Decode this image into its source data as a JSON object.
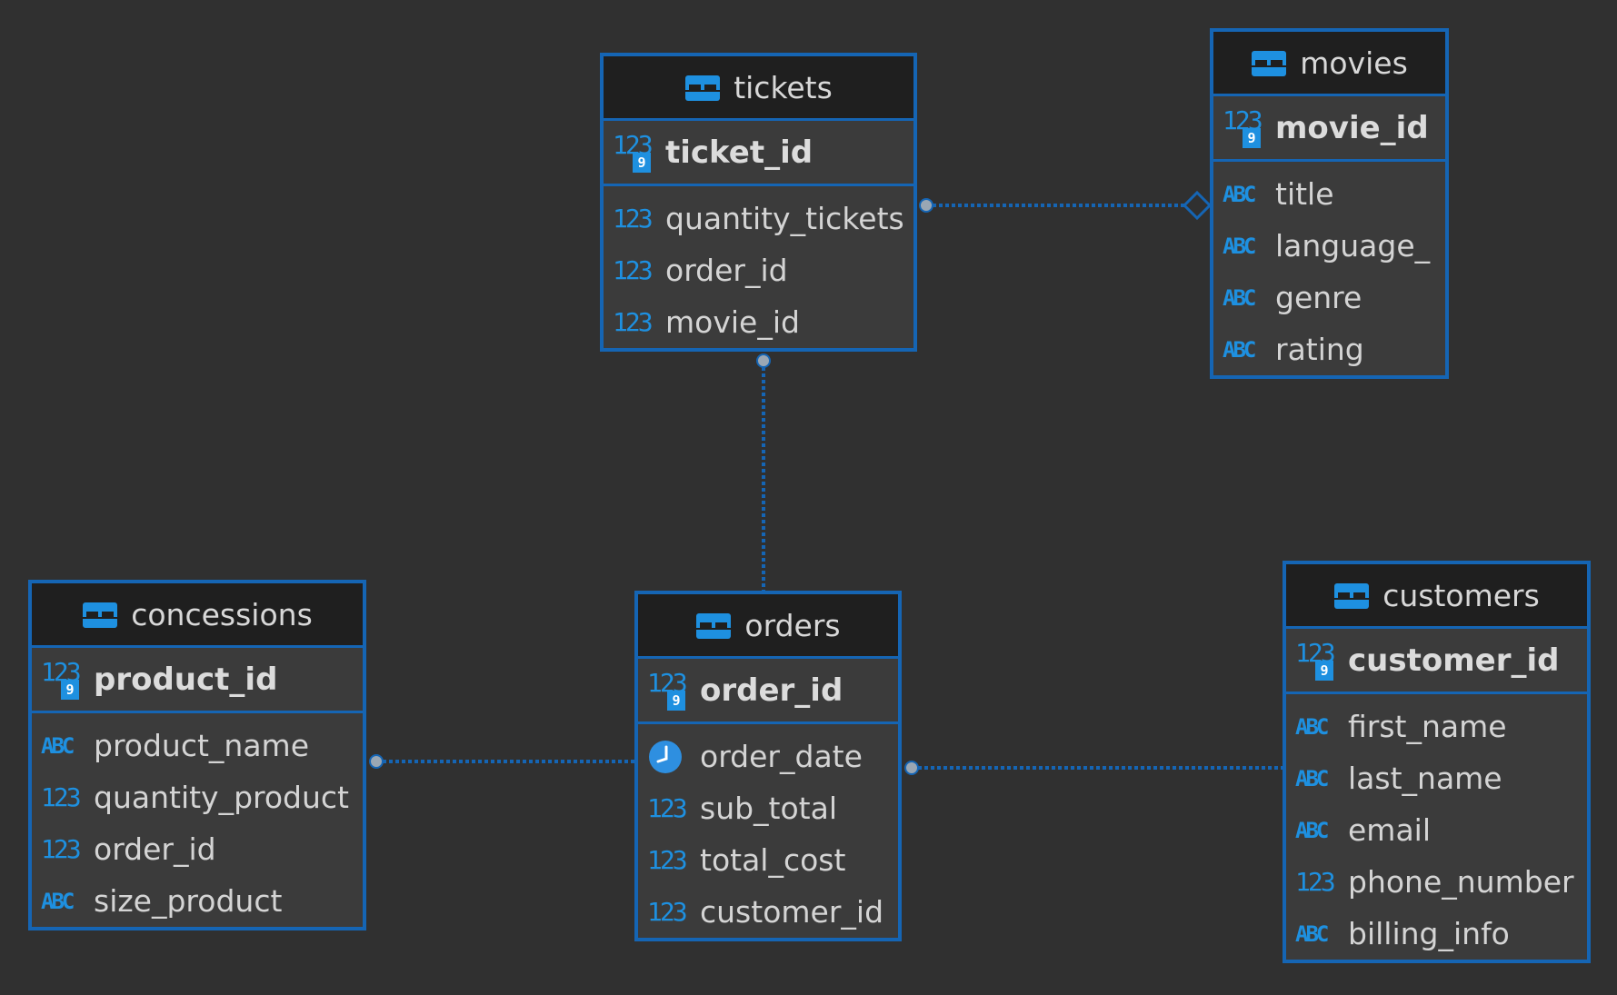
{
  "icon_names": {
    "table": "table-grid-icon",
    "numeric": "numeric-type-icon",
    "text": "text-type-icon",
    "datetime": "clock-icon",
    "primary_key": "key-icon"
  },
  "type_glyphs": {
    "numeric": "123",
    "text": "ABC",
    "key_letter": "9"
  },
  "colors": {
    "background": "#303030",
    "border": "#1565b4",
    "accent": "#1e90e0",
    "header_bg": "#1f1f1f",
    "body_bg": "#3b3b3b",
    "text": "#d8d8d8"
  },
  "tables": {
    "tickets": {
      "name": "tickets",
      "pk": "ticket_id",
      "columns": [
        {
          "name": "quantity_tickets",
          "type": "numeric"
        },
        {
          "name": "order_id",
          "type": "numeric"
        },
        {
          "name": "movie_id",
          "type": "numeric"
        }
      ]
    },
    "movies": {
      "name": "movies",
      "pk": "movie_id",
      "columns": [
        {
          "name": "title",
          "type": "text"
        },
        {
          "name": "language_",
          "type": "text"
        },
        {
          "name": "genre",
          "type": "text"
        },
        {
          "name": "rating",
          "type": "text"
        }
      ]
    },
    "concessions": {
      "name": "concessions",
      "pk": "product_id",
      "columns": [
        {
          "name": "product_name",
          "type": "text"
        },
        {
          "name": "quantity_product",
          "type": "numeric"
        },
        {
          "name": "order_id",
          "type": "numeric"
        },
        {
          "name": "size_product",
          "type": "text"
        }
      ]
    },
    "orders": {
      "name": "orders",
      "pk": "order_id",
      "columns": [
        {
          "name": "order_date",
          "type": "datetime"
        },
        {
          "name": "sub_total",
          "type": "numeric"
        },
        {
          "name": "total_cost",
          "type": "numeric"
        },
        {
          "name": "customer_id",
          "type": "numeric"
        }
      ]
    },
    "customers": {
      "name": "customers",
      "pk": "customer_id",
      "columns": [
        {
          "name": "first_name",
          "type": "text"
        },
        {
          "name": "last_name",
          "type": "text"
        },
        {
          "name": "email",
          "type": "text"
        },
        {
          "name": "phone_number",
          "type": "numeric"
        },
        {
          "name": "billing_info",
          "type": "text"
        }
      ]
    }
  },
  "relationships": [
    {
      "from": "tickets",
      "to": "movies",
      "from_end": "dot",
      "to_end": "diamond"
    },
    {
      "from": "tickets",
      "to": "orders",
      "from_end": "dot",
      "to_end": "none"
    },
    {
      "from": "orders",
      "to": "concessions",
      "from_end": "none",
      "to_end": "dot"
    },
    {
      "from": "orders",
      "to": "customers",
      "from_end": "dot",
      "to_end": "none"
    }
  ]
}
